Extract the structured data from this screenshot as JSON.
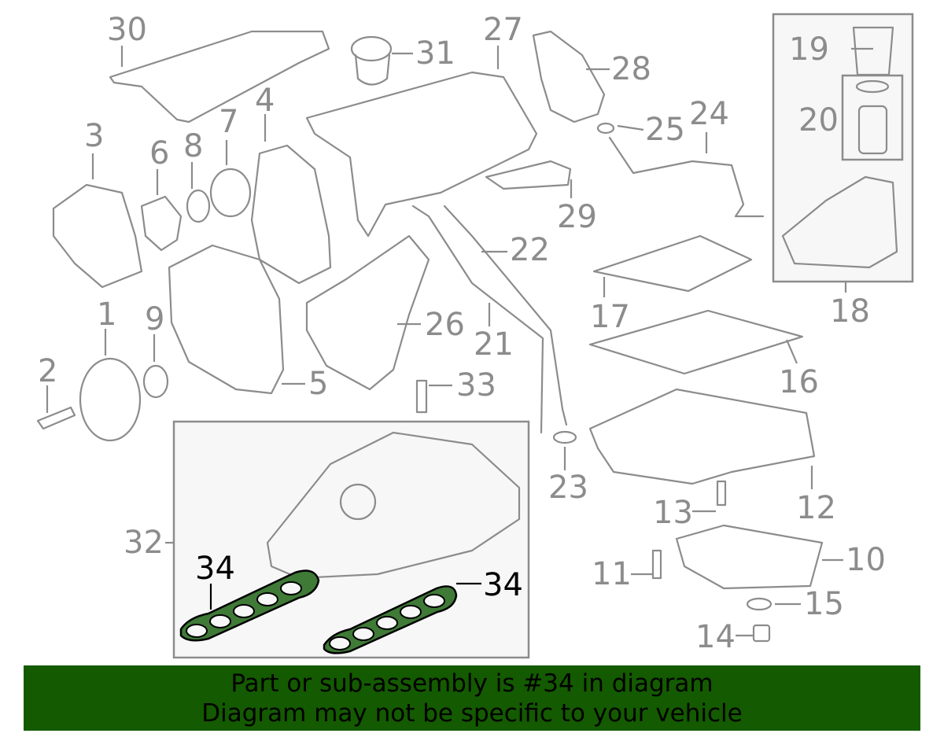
{
  "diagram": {
    "highlight_color": "#3f7a37",
    "line_color": "#8c8c8c",
    "callouts": [
      {
        "id": "30",
        "label": "30"
      },
      {
        "id": "31",
        "label": "31"
      },
      {
        "id": "27",
        "label": "27"
      },
      {
        "id": "28",
        "label": "28"
      },
      {
        "id": "19",
        "label": "19"
      },
      {
        "id": "20",
        "label": "20"
      },
      {
        "id": "18",
        "label": "18"
      },
      {
        "id": "3",
        "label": "3"
      },
      {
        "id": "4",
        "label": "4"
      },
      {
        "id": "6",
        "label": "6"
      },
      {
        "id": "7",
        "label": "7"
      },
      {
        "id": "8",
        "label": "8"
      },
      {
        "id": "24",
        "label": "24"
      },
      {
        "id": "25",
        "label": "25"
      },
      {
        "id": "29",
        "label": "29"
      },
      {
        "id": "22",
        "label": "22"
      },
      {
        "id": "21",
        "label": "21"
      },
      {
        "id": "17",
        "label": "17"
      },
      {
        "id": "26",
        "label": "26"
      },
      {
        "id": "1",
        "label": "1"
      },
      {
        "id": "9",
        "label": "9"
      },
      {
        "id": "2",
        "label": "2"
      },
      {
        "id": "5",
        "label": "5"
      },
      {
        "id": "33",
        "label": "33"
      },
      {
        "id": "16",
        "label": "16"
      },
      {
        "id": "23",
        "label": "23"
      },
      {
        "id": "12",
        "label": "12"
      },
      {
        "id": "13",
        "label": "13"
      },
      {
        "id": "32",
        "label": "32"
      },
      {
        "id": "34a",
        "label": "34"
      },
      {
        "id": "34b",
        "label": "34"
      },
      {
        "id": "10",
        "label": "10"
      },
      {
        "id": "11",
        "label": "11"
      },
      {
        "id": "15",
        "label": "15"
      },
      {
        "id": "14",
        "label": "14"
      }
    ]
  },
  "banner": {
    "background": "#145a00",
    "line1": "Part or sub-assembly is #34 in diagram",
    "line2": "Diagram may not be specific to your vehicle"
  }
}
